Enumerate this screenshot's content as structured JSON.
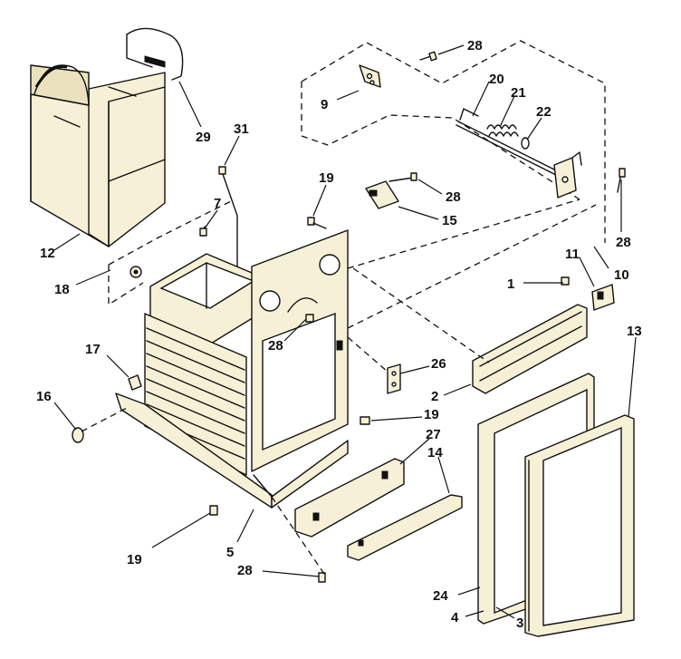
{
  "callouts": [
    {
      "id": "c28a",
      "text": "28"
    },
    {
      "id": "c9",
      "text": "9"
    },
    {
      "id": "c20",
      "text": "20"
    },
    {
      "id": "c21",
      "text": "21"
    },
    {
      "id": "c22",
      "text": "22"
    },
    {
      "id": "c29",
      "text": "29"
    },
    {
      "id": "c31",
      "text": "31"
    },
    {
      "id": "c19a",
      "text": "19"
    },
    {
      "id": "c28b",
      "text": "28"
    },
    {
      "id": "c15",
      "text": "15"
    },
    {
      "id": "c7",
      "text": "7"
    },
    {
      "id": "c28c",
      "text": "28"
    },
    {
      "id": "c12",
      "text": "12"
    },
    {
      "id": "c18",
      "text": "18"
    },
    {
      "id": "c11",
      "text": "11"
    },
    {
      "id": "c10",
      "text": "10"
    },
    {
      "id": "c1",
      "text": "1"
    },
    {
      "id": "c17",
      "text": "17"
    },
    {
      "id": "c28d",
      "text": "28"
    },
    {
      "id": "c26",
      "text": "26"
    },
    {
      "id": "c13",
      "text": "13"
    },
    {
      "id": "c16",
      "text": "16"
    },
    {
      "id": "c2",
      "text": "2"
    },
    {
      "id": "c19b",
      "text": "19"
    },
    {
      "id": "c27",
      "text": "27"
    },
    {
      "id": "c14",
      "text": "14"
    },
    {
      "id": "c19c",
      "text": "19"
    },
    {
      "id": "c5",
      "text": "5"
    },
    {
      "id": "c28e",
      "text": "28"
    },
    {
      "id": "c24",
      "text": "24"
    },
    {
      "id": "c4",
      "text": "4"
    },
    {
      "id": "c3",
      "text": "3"
    }
  ]
}
